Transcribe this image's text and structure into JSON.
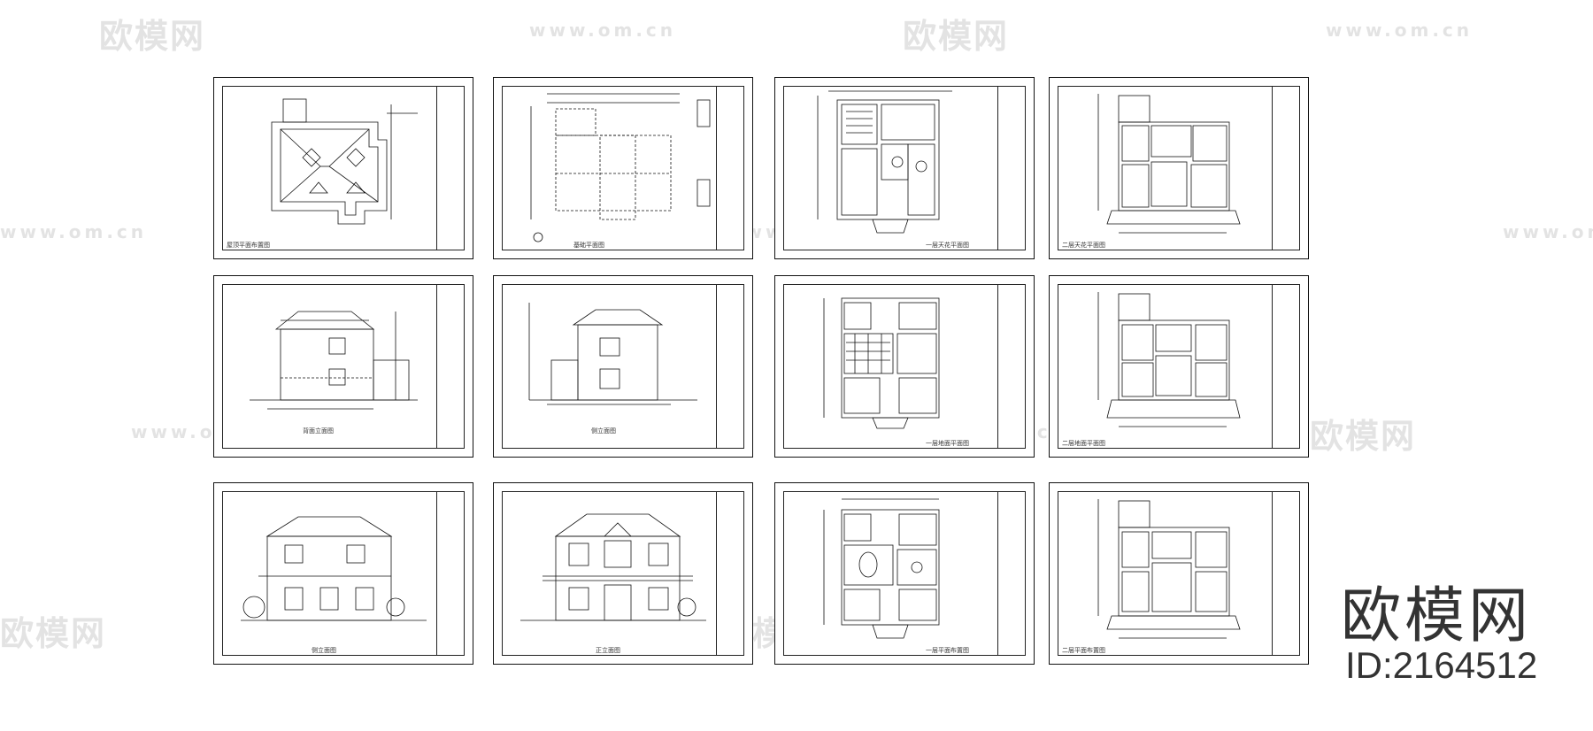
{
  "watermarks": [
    {
      "text": "欧模网",
      "kind": "logo"
    },
    {
      "text": "www.om.cn",
      "kind": "url"
    }
  ],
  "brand": {
    "name": "欧模网",
    "id": "ID:2164512"
  },
  "sheets": [
    {
      "kind": "roof",
      "caption": "屋顶平面布置图"
    },
    {
      "kind": "foundation",
      "caption": "基础平面图"
    },
    {
      "kind": "plan1",
      "caption": "一层天花平面图"
    },
    {
      "kind": "plan2",
      "caption": "二层天花平面图"
    },
    {
      "kind": "elevA",
      "caption": "背面立面图"
    },
    {
      "kind": "elevB",
      "caption": "侧立面图"
    },
    {
      "kind": "plan3",
      "caption": "一层地面平面图"
    },
    {
      "kind": "plan4",
      "caption": "二层地面平面图"
    },
    {
      "kind": "elevC",
      "caption": "侧立面图"
    },
    {
      "kind": "elevD",
      "caption": "正立面图"
    },
    {
      "kind": "plan5",
      "caption": "一层平面布置图"
    },
    {
      "kind": "plan6",
      "caption": "二层平面布置图"
    }
  ]
}
